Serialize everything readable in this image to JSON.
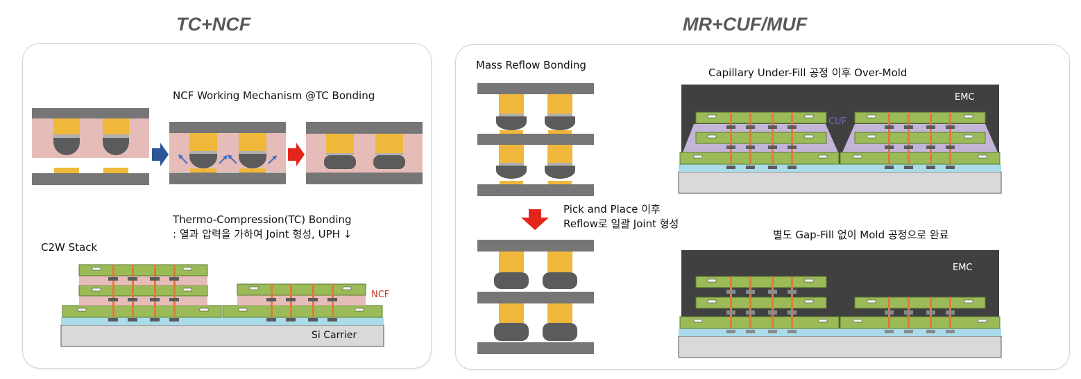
{
  "left_panel": {
    "title": "TC+NCF",
    "mechanism_label": "NCF Working Mechanism @TC Bonding",
    "tc_line1": "Thermo-Compression(TC) Bonding",
    "tc_line2": ": 열과 압력을 가하여 Joint 형성, UPH ↓",
    "c2w_label": "C2W Stack",
    "ncf_label": "NCF",
    "si_carrier_label": "Si Carrier"
  },
  "right_panel": {
    "title": "MR+CUF/MUF",
    "mass_reflow_label": "Mass Reflow Bonding",
    "pick_line1": "Pick and Place 이후",
    "pick_line2": "Reflow로 일괄 Joint 형성",
    "cuf_title": "Capillary Under-Fill 공정 이후 Over-Mold",
    "muf_title": "별도 Gap-Fill 없이 Mold 공정으로 완료",
    "emc_label_top": "EMC",
    "emc_label_bottom": "EMC",
    "cuf_label": "CUF"
  },
  "colors": {
    "die_gray": "#767676",
    "ncf_pink": "#e6bcb8",
    "pillar_gold": "#f0b83a",
    "solder_gray": "#5b5b5b",
    "chip_green": "#9bbb59",
    "carrier_blue": "#a9dbe9",
    "si_gray": "#d9d9d9",
    "emc_dark": "#404040",
    "cuf_lavender": "#c2b5d8",
    "arrow_blue": "#2e5597",
    "arrow_red": "#e2261c",
    "ncf_text": "#c0392b"
  }
}
